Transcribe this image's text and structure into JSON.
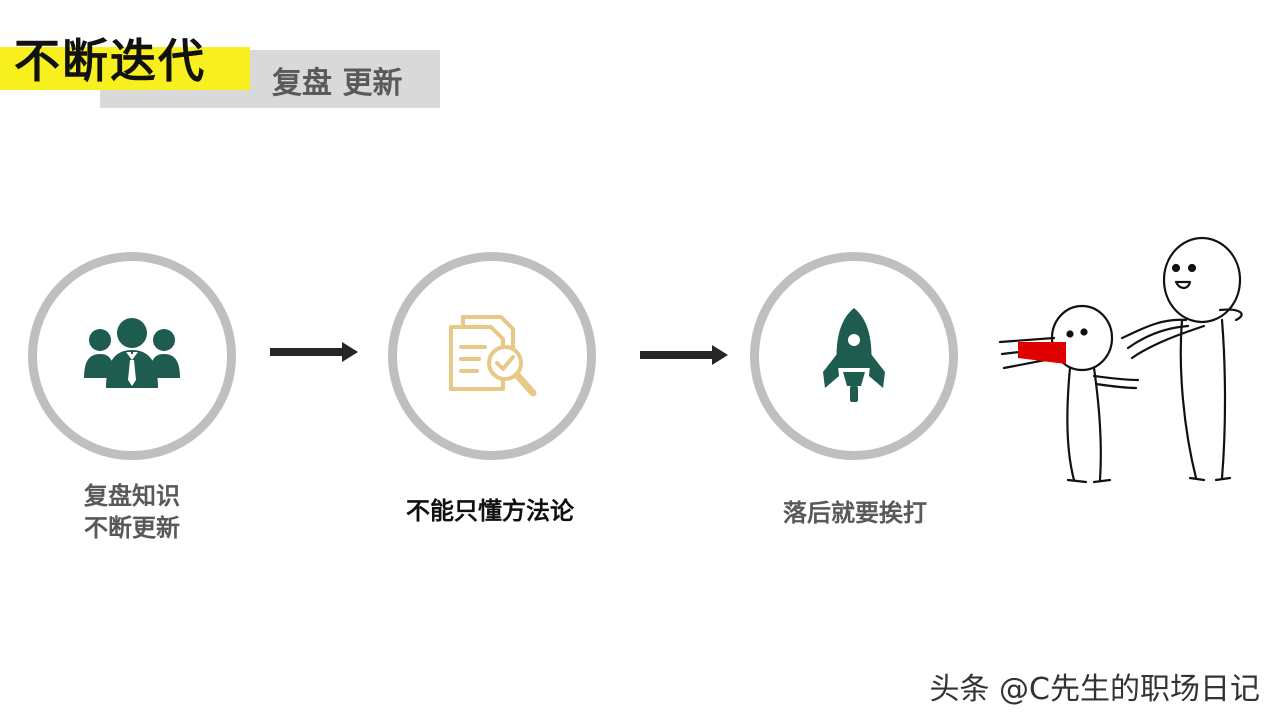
{
  "header": {
    "title": "不断迭代",
    "subtitle": "复盘 更新"
  },
  "steps": [
    {
      "icon": "people-group-icon",
      "label_line1": "复盘知识",
      "label_line2": "不断更新"
    },
    {
      "icon": "document-search-icon",
      "label": "不能只懂方法论"
    },
    {
      "icon": "rocket-icon",
      "label": "落后就要挨打"
    }
  ],
  "colors": {
    "title_highlight": "#f8f01e",
    "subtitle_bg": "#d9d9d9",
    "circle_ring": "#bfbfbf",
    "icon_green": "#1e5c4f",
    "icon_gold": "#e7c887",
    "megaphone_red": "#e00000"
  },
  "watermark": "头条 @C先生的职场日记"
}
